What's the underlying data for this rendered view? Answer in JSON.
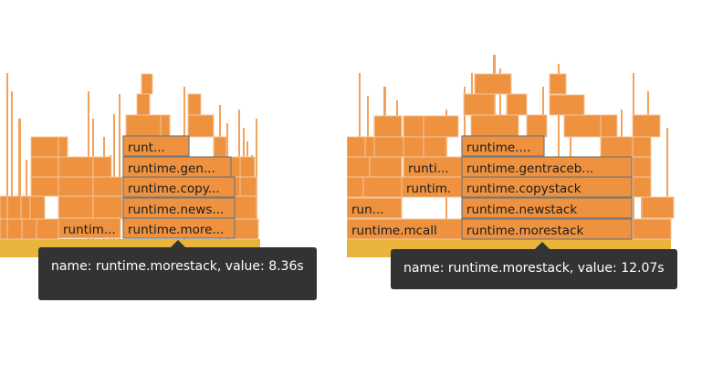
{
  "colors": {
    "frame": "#ee9240",
    "frame_border": "#f4c79d",
    "root": "#e8b43c",
    "tooltip_bg": "#333333",
    "tooltip_text": "#ffffff",
    "highlight_border": "#777777"
  },
  "left_flamegraph": {
    "labels": [
      "runtim...",
      "runtime.more...",
      "runtime.news...",
      "runtime.copy...",
      "runtime.gen...",
      "runt..."
    ],
    "tooltip": "name: runtime.morestack, value: 8.36s"
  },
  "right_flamegraph": {
    "labels": [
      "runtime.mcall",
      "runtime.morestack",
      "run...",
      "runtim.",
      "runtime.newstack",
      "runtim.",
      "runtime.copystack",
      "runti...",
      "runtime.gentraceb...",
      "runtime...."
    ],
    "tooltip": "name: runtime.morestack, value: 12.07s"
  }
}
